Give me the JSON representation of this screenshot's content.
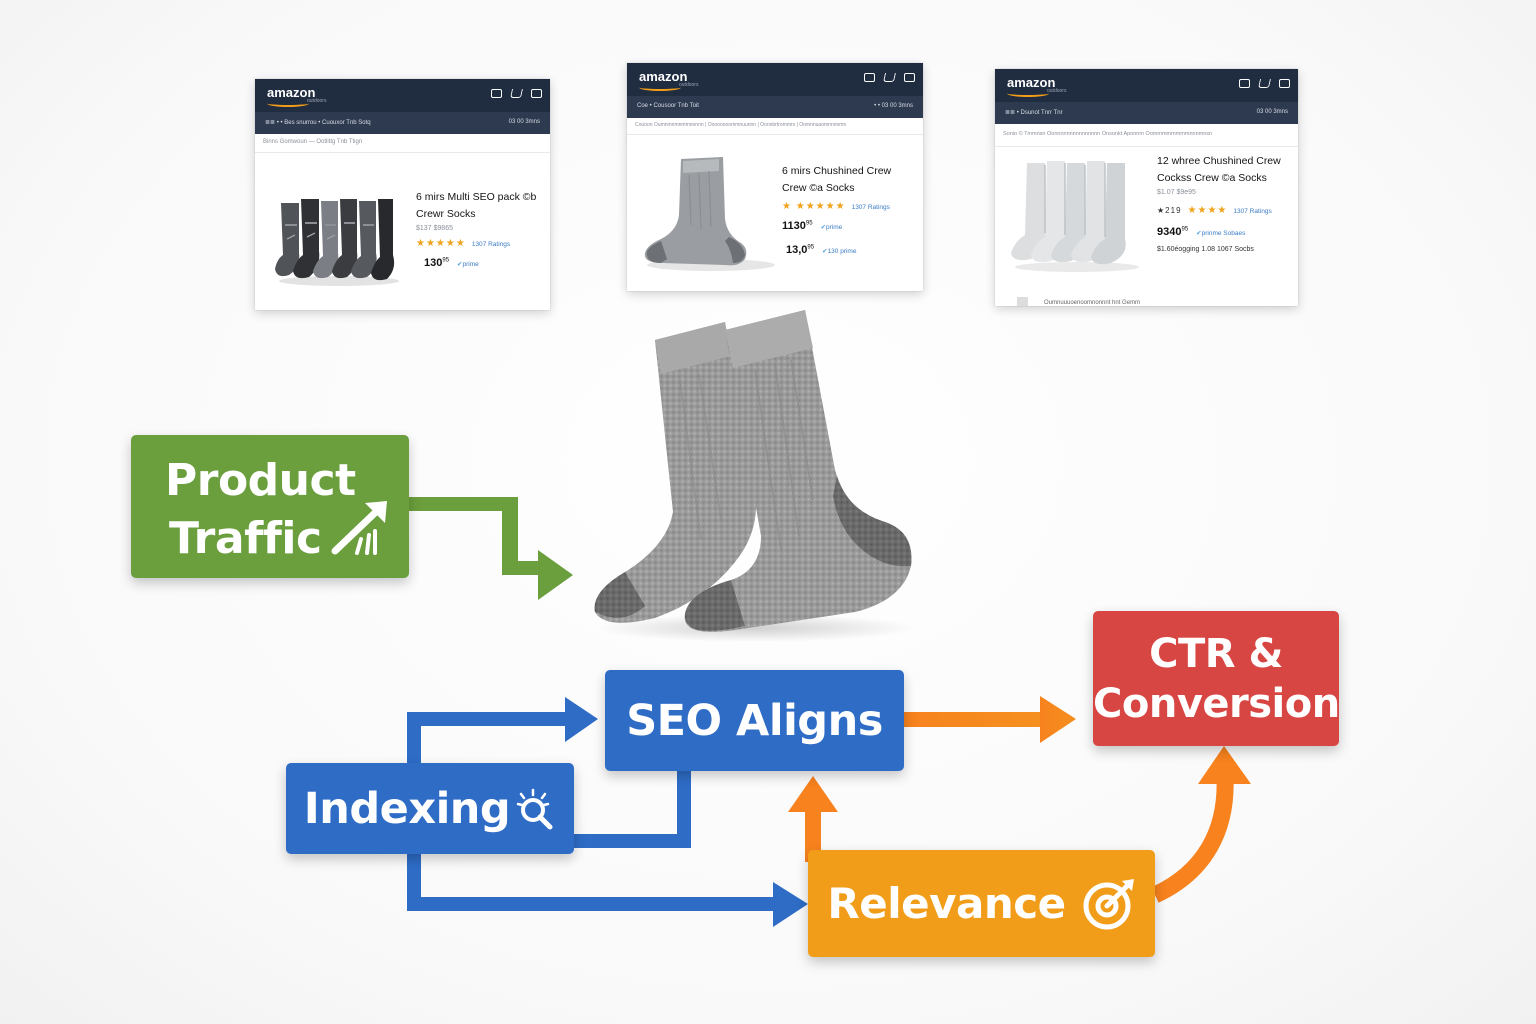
{
  "colors": {
    "green": "#6b9e3d",
    "blue": "#2e6cc6",
    "orange": "#f7821e",
    "amber": "#f19d1a",
    "red": "#d84643",
    "header_navy": "#202c40"
  },
  "listings": [
    {
      "brand": "amazon",
      "brand_sub": "outdoors",
      "title": "6 mirs Multi SEO pack ©b Crewr Socks",
      "subtitle": "$137 $9865",
      "rating_stars": "★★★★★",
      "ratings_text": "1307 Ratings",
      "price": "130",
      "price_cents": "95",
      "badge": "prime",
      "crumbs": "Binns    Gomwoun  —    Ootlittg Tnb Ttign",
      "nav_left": "≣≣ • •   Bes snurrou     •    Cuouxor  Tnb Sotq",
      "nav_right": "03    00 3mns",
      "image": "dark-socks-pack"
    },
    {
      "brand": "amazon",
      "brand_sub": "outdoors",
      "title": "6 mirs Chushined Crew Crew ©a Socks",
      "rating_stars": "★ ★★★★★",
      "ratings_text": "1307 Ratings",
      "price": "1130",
      "price_cents": "95",
      "second_price": "13,0",
      "second_price_cents": "95",
      "badge": "prime",
      "second_badge": "130 prime",
      "crumbs": "Couoon  Oumnmnmnmmnnnnn  |  Oooooooommnuunnn  |  Oonnbrtrommrs  |  Oomnnuaomnnnnmn",
      "nav_left": "Coe    •    Cousoor Tnb Toit",
      "nav_right": "• •      03   00 3mns",
      "image": "grey-sock"
    },
    {
      "brand": "amazon",
      "brand_sub": "outdoors",
      "title": "12 whree Chushined Crew Cockss Crew ©a Socks",
      "subtitle": "$1.07 $9e95",
      "rating_stars": "★★★★",
      "rating_prefix": "★219",
      "ratings_text": "1307 Ratings",
      "price": "9340",
      "price_cents": "95",
      "badge": "prinme Sobaes",
      "extra_line": "$1.60éogging 1.08 1067 Socbs",
      "footer_text": "Oumnuuuoenoomnonnnt hnt Gemm",
      "crumbs": "Sonio    © Tmmnsn    Oonnnnnnnnnnnnnnn  Onsonkt Aponnm    Oommmmmmmmnnnmnsn",
      "nav_left": "≣≣ •      Dsunot  Tnrr  Tnr",
      "nav_right": "03    00 3mns",
      "image": "white-socks-pack"
    }
  ],
  "flow": {
    "traffic_line1": "Product",
    "traffic_line2": "Traffic",
    "seo_aligns": "SEO Aligns",
    "indexing": "Indexing",
    "ctr_line1": "CTR &",
    "ctr_line2": "Conversion",
    "relevance": "Relevance",
    "icons": [
      "trend-up-arrow-icon",
      "magnifier-sparkle-icon",
      "target-check-icon"
    ]
  }
}
